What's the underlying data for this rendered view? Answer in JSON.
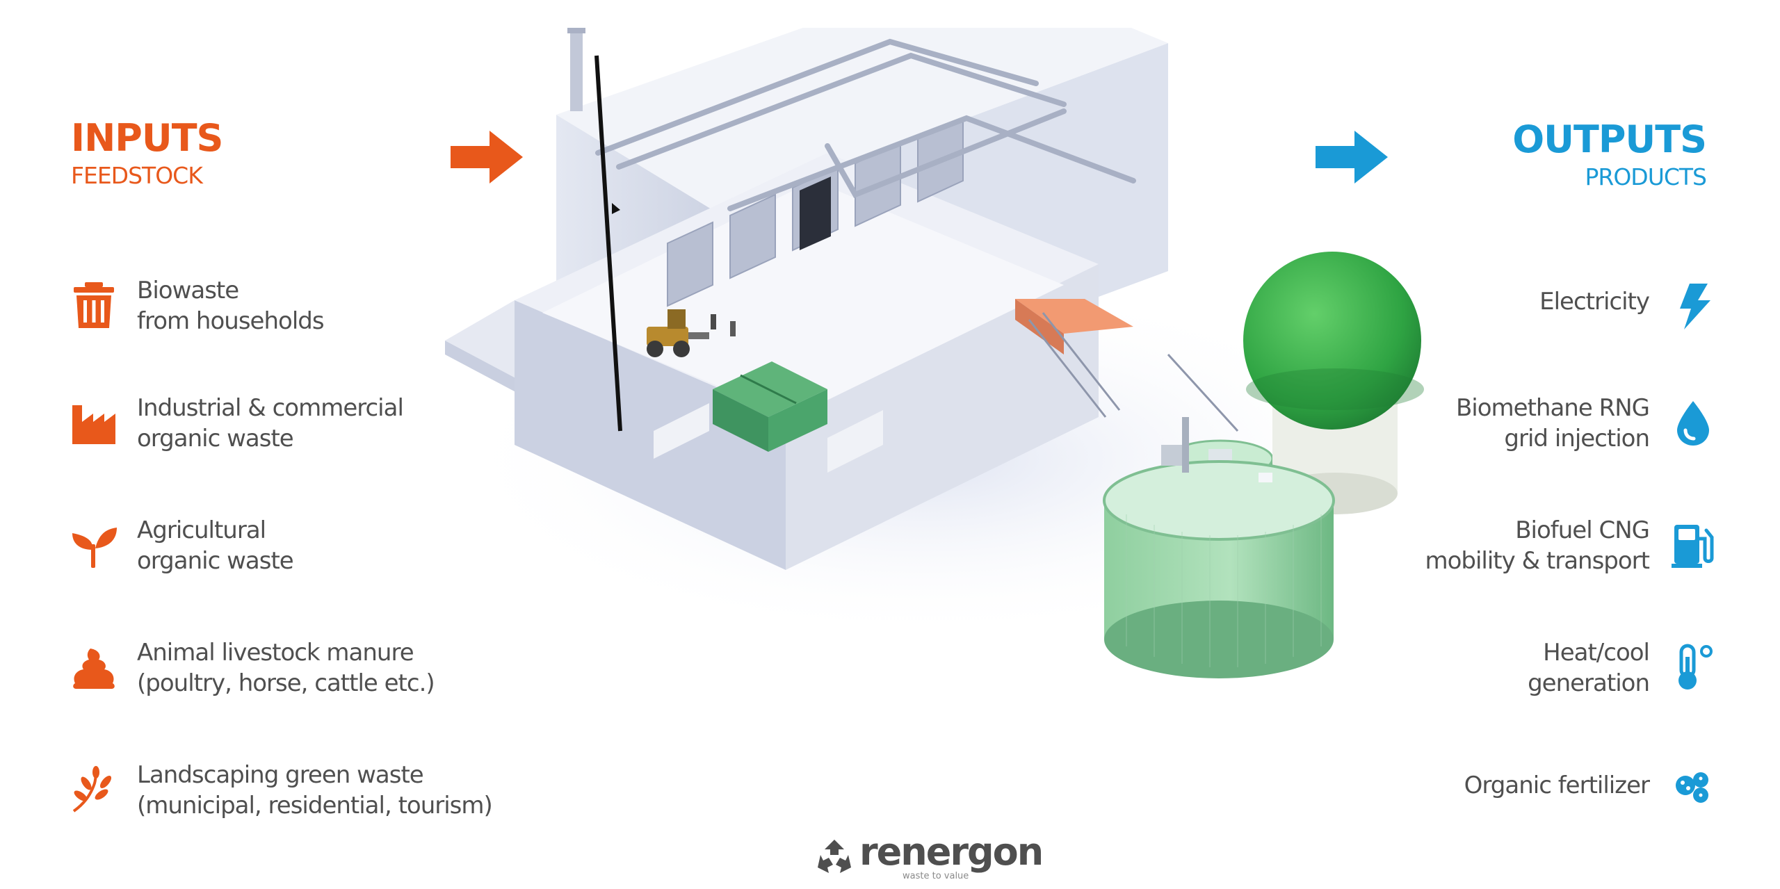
{
  "inputs": {
    "title": "INPUTS",
    "subtitle": "FEEDSTOCK",
    "color": "#e8581b",
    "items": [
      {
        "icon": "trash-bin-icon",
        "line1": "Biowaste",
        "line2": "from households"
      },
      {
        "icon": "factory-icon",
        "line1": "Industrial & commercial",
        "line2": "organic waste"
      },
      {
        "icon": "sprout-icon",
        "line1": "Agricultural",
        "line2": "organic waste"
      },
      {
        "icon": "manure-icon",
        "line1": "Animal livestock manure",
        "line2": "(poultry, horse, cattle etc.)"
      },
      {
        "icon": "leaf-branch-icon",
        "line1": "Landscaping green waste",
        "line2": "(municipal, residential, tourism)"
      }
    ]
  },
  "outputs": {
    "title": "OUTPUTS",
    "subtitle": "PRODUCTS",
    "color": "#1a9ad6",
    "items": [
      {
        "icon": "lightning-bolt-icon",
        "line1": "Electricity",
        "line2": ""
      },
      {
        "icon": "water-drop-icon",
        "line1": "Biomethane RNG",
        "line2": "grid injection"
      },
      {
        "icon": "fuel-pump-icon",
        "line1": "Biofuel CNG",
        "line2": "mobility & transport"
      },
      {
        "icon": "thermometer-icon",
        "line1": "Heat/cool",
        "line2": "generation"
      },
      {
        "icon": "fertilizer-pellets-icon",
        "line1": "Organic fertilizer",
        "line2": ""
      }
    ]
  },
  "logo": {
    "wordmark": "renergon",
    "tagline": "waste to value",
    "icon": "recycle-arrows-icon"
  }
}
